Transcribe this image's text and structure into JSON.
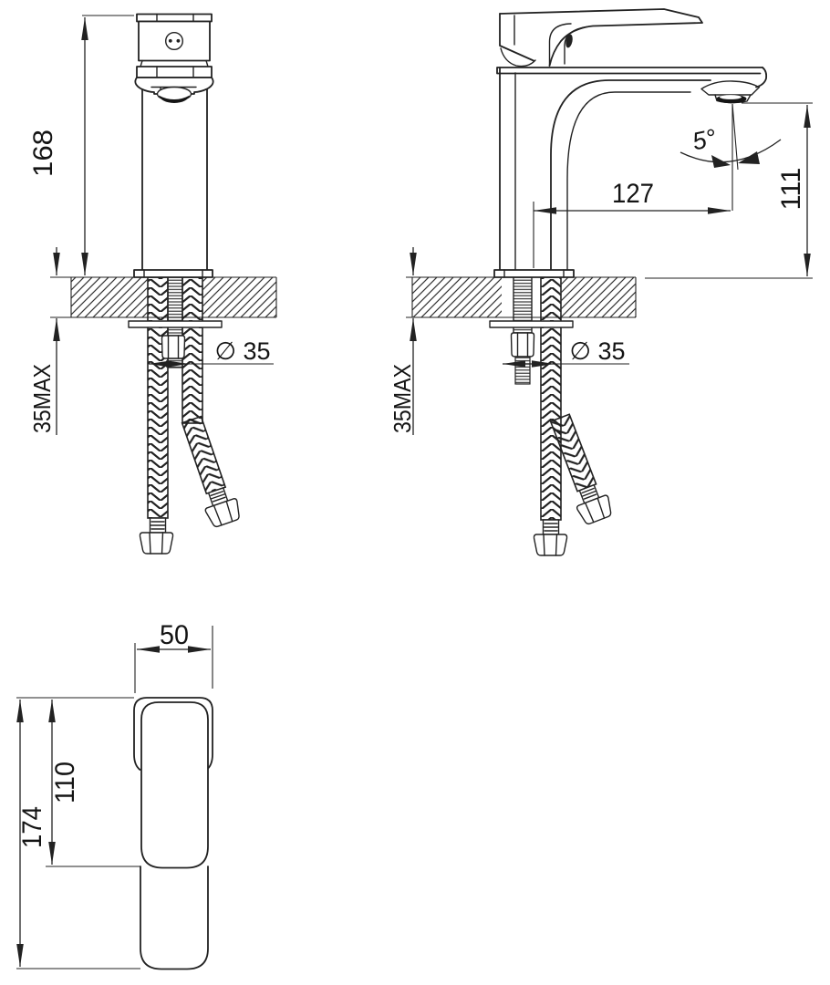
{
  "colors": {
    "line": "#222222",
    "background": "#ffffff"
  },
  "views": {
    "front": {
      "height": "168",
      "deck_thickness_max": "35MAX",
      "hole_diameter": "∅ 35"
    },
    "side": {
      "spout_reach": "127",
      "outlet_height": "111",
      "outlet_angle": "5°",
      "hole_diameter": "∅ 35",
      "deck_thickness_max": "35MAX"
    },
    "top": {
      "handle_width": "50",
      "handle_length": "110",
      "total_length": "174"
    }
  }
}
